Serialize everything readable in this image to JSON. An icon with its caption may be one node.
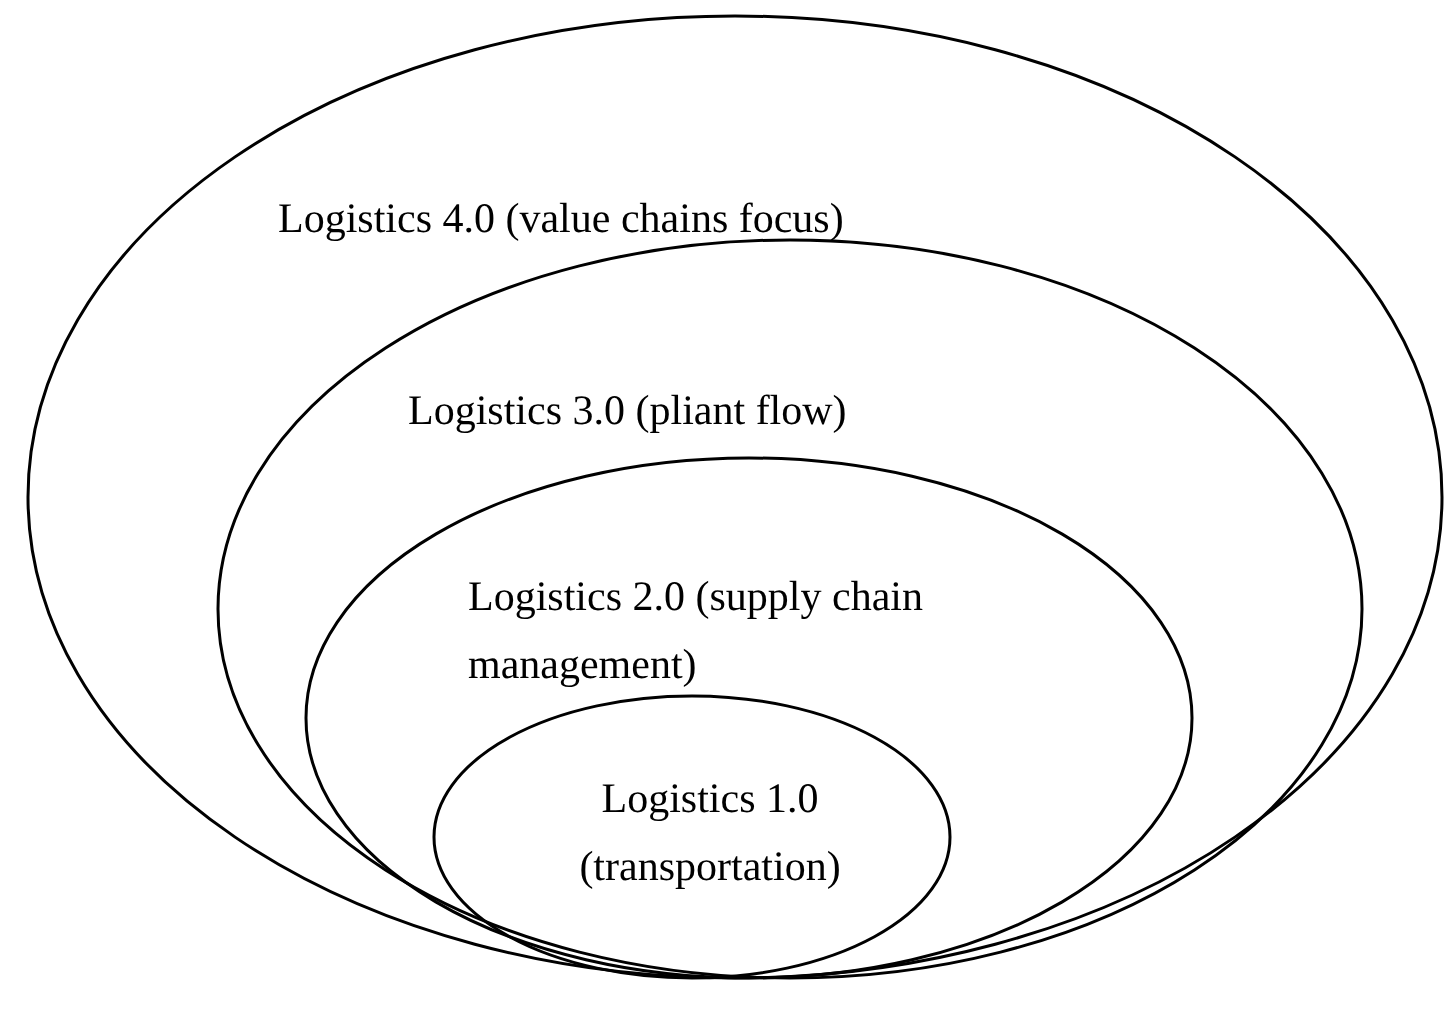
{
  "diagram": {
    "nodes": [
      {
        "text": [
          "Logistics 4.0 (value chains focus)"
        ]
      },
      {
        "text": [
          "Logistics 3.0 (pliant flow)"
        ],
        "in": 0
      },
      {
        "text": [
          "Logistics 2.0 (supply chain management)"
        ],
        "in": 1
      },
      {
        "text": [
          "Logistics 1.0 (transportation)"
        ],
        "in": 2
      }
    ]
  }
}
